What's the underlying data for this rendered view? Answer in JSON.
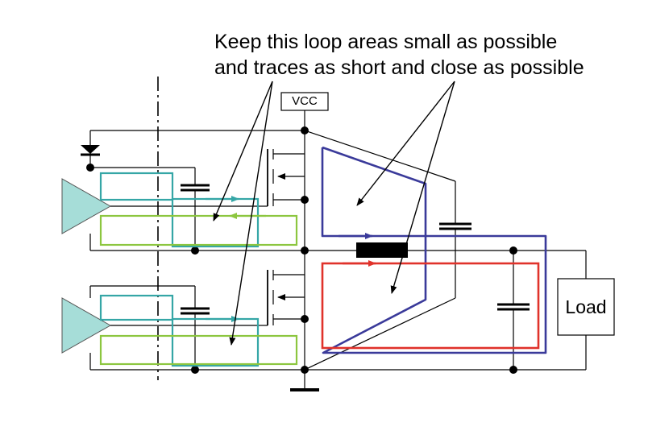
{
  "annotation": {
    "line1": "Keep this loop areas small as possible",
    "line2": "and traces as short and close as possible"
  },
  "labels": {
    "vcc": "VCC",
    "load": "Load"
  },
  "colors": {
    "wire": "#000000",
    "driver_fill": "#a6ddd8",
    "gate_loop": "#35a6a6",
    "return_loop": "#8cc63f",
    "high_side_loop": "#3a3a9a",
    "low_side_loop": "#e0322b"
  }
}
